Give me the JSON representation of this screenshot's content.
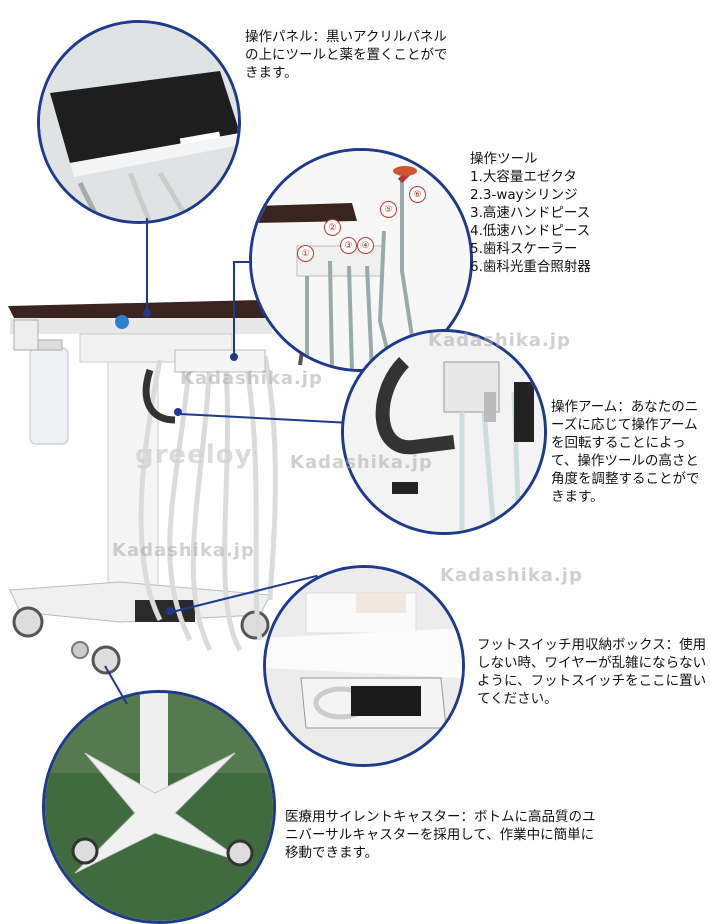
{
  "callouts": {
    "panel": "操作パネル：黒いアクリルパネルの上にツールと薬を置くことができます。",
    "tools_title": "操作ツール",
    "tools": [
      "1.大容量エゼクタ",
      "2.3-wayシリンジ",
      "3.高速ハンドピース",
      "4.低速ハンドピース",
      "5.歯科スケーラー",
      "6.歯科光重合照射器"
    ],
    "arm": "操作アーム：あなたのニーズに応じて操作アームを回転することによって、操作ツールの高さと角度を調整することができます。",
    "footswitch": "フットスイッチ用収納ボックス：使用しない時、ワイヤーが乱雑にならないように、フットスイッチをここに置いてください。",
    "caster": "医療用サイレントキャスター：ボトムに高品質のユニバーサルキャスターを採用して、作業中に簡単に移動できます。"
  },
  "tool_numbers": [
    "①",
    "②",
    "③",
    "④",
    "⑤",
    "⑥"
  ],
  "watermarks": [
    "Kadashika.jp",
    "Kadashika.jp",
    "greeloy",
    "Kadashika.jp",
    "Kadashika.jp",
    "Kadashika.jp"
  ],
  "colors": {
    "accent": "#1f3a8c",
    "marker": "#c0392b"
  }
}
